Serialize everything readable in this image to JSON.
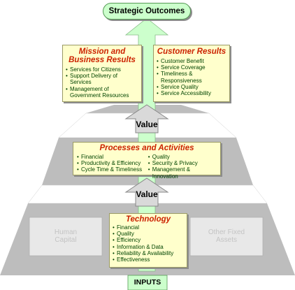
{
  "strategic_outcomes": "Strategic Outcomes",
  "mission": {
    "title_line1": "Mission and",
    "title_line2": "Business Results",
    "items": [
      "Services for Citizens",
      "Support Delivery of Services",
      "Management of Government Resources"
    ]
  },
  "customer": {
    "title": "Customer Results",
    "items": [
      "Customer Benefit",
      "Service Coverage",
      "Timeliness & Responsiveness",
      "Service Quality",
      "Service Accessibility"
    ]
  },
  "value_upper": "Value",
  "processes": {
    "title": "Processes and Activities",
    "left_items": [
      "Financial",
      "Productivity & Efficiency",
      "Cycle Time & Timeliness"
    ],
    "right_items": [
      "Quality",
      "Security & Privacy",
      "Management & Innovation"
    ]
  },
  "value_lower": "Value",
  "human_capital": {
    "line1": "Human",
    "line2": "Capital"
  },
  "other_assets": {
    "line1": "Other Fixed",
    "line2": "Assets"
  },
  "technology": {
    "title": "Technology",
    "items": [
      "Financial",
      "Quality",
      "Efficiency",
      "Information & Data",
      "Reliability & Availability",
      "Effectiveness"
    ]
  },
  "inputs": "INPUTS",
  "colors": {
    "arrow_green": "#ccffcc",
    "box_fill": "#ffffcc",
    "title_red": "#cc2200",
    "band_gray": "#bdbdbd"
  }
}
